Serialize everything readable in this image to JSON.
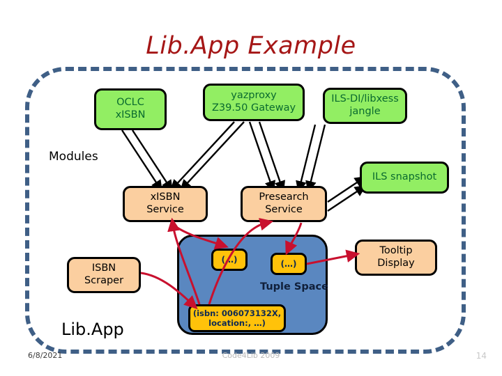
{
  "slide": {
    "title": "Lib.App Example",
    "page_number": "14",
    "date": "6/8/2021",
    "footer_center": "Code4Lib 2009"
  },
  "labels": {
    "modules": "Modules",
    "libapp": "Lib.App",
    "tuple_space": "Tuple Space"
  },
  "services": {
    "oclc": {
      "line1": "OCLC",
      "line2": "xISBN"
    },
    "yazproxy": {
      "line1": "yazproxy",
      "line2": "Z39.50 Gateway"
    },
    "ilsdi": {
      "line1": "ILS-DI/libxess",
      "line2": "jangle"
    },
    "ils_snapshot": {
      "line1": "ILS snapshot"
    }
  },
  "modules": {
    "xisbn_service": {
      "line1": "xISBN",
      "line2": "Service"
    },
    "presearch_service": {
      "line1": "Presearch",
      "line2": "Service"
    },
    "isbn_scraper": {
      "line1": "ISBN",
      "line2": "Scraper"
    },
    "tooltip_display": {
      "line1": "Tooltip",
      "line2": "Display"
    }
  },
  "tuples": {
    "tuple_a": "(…)",
    "tuple_b": "(…)",
    "isbn_tuple": {
      "line1": "(isbn: 006073132X,",
      "line2": "location:, …)"
    }
  },
  "colors": {
    "title_red": "#a51616",
    "dashed_border": "#3f5f86",
    "green_node": "#92ee63",
    "green_text": "#0a6b2f",
    "orange_node": "#fbcfa0",
    "gold_node": "#ffc20a",
    "tuple_space_blue": "#5a87c0",
    "red_arrow": "#c8102e"
  }
}
